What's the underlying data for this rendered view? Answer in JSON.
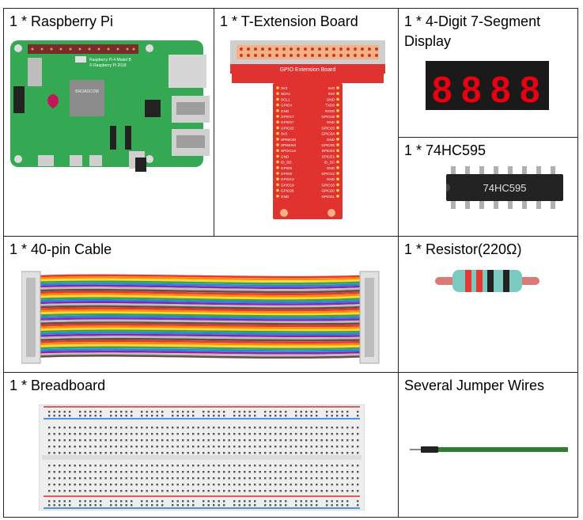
{
  "parts": [
    {
      "id": "raspberry-pi",
      "label": "1 * Raspberry Pi",
      "board_text": [
        "Raspberry Pi 4 Model B",
        "© Raspberry Pi 2018"
      ],
      "colors": {
        "pcb": "#34a853",
        "chip": "#8c8c8c",
        "header": "#7a2b2b"
      }
    },
    {
      "id": "t-extension-board",
      "label": "1 * T-Extension Board",
      "title": "GPIO Extension Board",
      "left_pins": [
        "3V3",
        "SDA1",
        "SCL1",
        "GPIO4",
        "GND",
        "GPIO17",
        "GPIO27",
        "GPIO22",
        "3V3",
        "SPIMOSI",
        "SPIMISO",
        "SPISCLK",
        "GND",
        "ID_SD",
        "GPIO5",
        "GPIO6",
        "GPIO13",
        "GPIO19",
        "GPIO26",
        "GND"
      ],
      "right_pins": [
        "5V0",
        "5V0",
        "GND",
        "TXD0",
        "RXD0",
        "GPIO18",
        "GND",
        "GPIO23",
        "GPIO24",
        "GND",
        "GPIO25",
        "SPICE0",
        "SPICE1",
        "ID_SC",
        "GND",
        "GPIO12",
        "GND",
        "GPIO16",
        "GPIO20",
        "GPIO21"
      ],
      "colors": {
        "board": "#e0322e",
        "header": "#f4b183"
      }
    },
    {
      "id": "seven-segment-display",
      "label": "1 * 4-Digit 7-Segment Display",
      "digits": [
        "8",
        "8",
        "8",
        "8"
      ],
      "colors": {
        "case": "#1a1a1a",
        "segment": "#e60012"
      }
    },
    {
      "id": "shift-register-chip",
      "label": "1 * 74HC595",
      "chip_text": "74HC595",
      "colors": {
        "body": "#222222",
        "pin": "#b0b0b0"
      }
    },
    {
      "id": "ribbon-cable",
      "label": "1 * 40-pin Cable",
      "colors": {
        "wires": [
          "#e53935",
          "#fb8c00",
          "#fdd835",
          "#43a047",
          "#1e88e5",
          "#8e24aa",
          "#bdbdbd",
          "#6d4c41"
        ],
        "connector": "#e0e0e0"
      }
    },
    {
      "id": "resistor",
      "label": "1 * Resistor(220Ω)",
      "colors": {
        "body": "#7cc9c0",
        "bands": [
          "#e53935",
          "#e53935",
          "#222222",
          "#222222"
        ],
        "lead": "#d97b7b"
      }
    },
    {
      "id": "breadboard",
      "label": "1 * Breadboard",
      "colors": {
        "board": "#eeeeee",
        "rail_red": "#d32f2f",
        "rail_blue": "#1976d2"
      }
    },
    {
      "id": "jumper-wire",
      "label": "Several Jumper Wires",
      "colors": {
        "wire": "#2e7d32",
        "tip": "#222222"
      }
    }
  ]
}
